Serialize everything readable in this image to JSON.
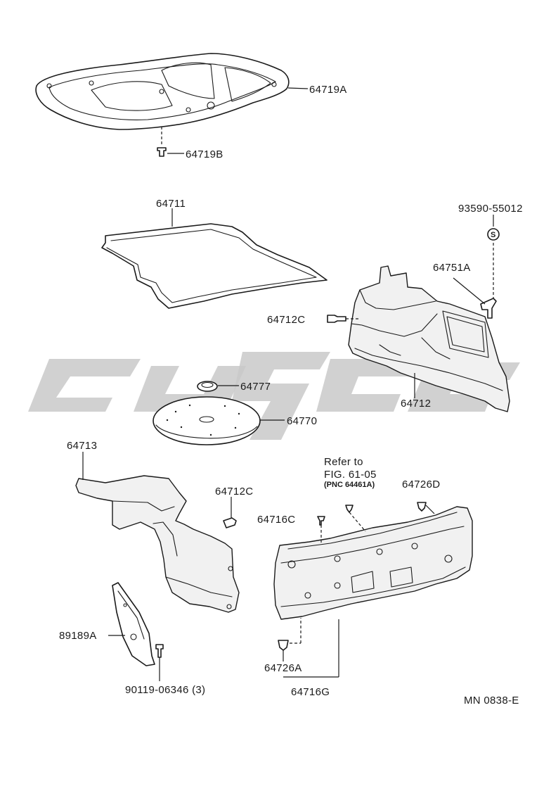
{
  "labels": {
    "p64719A": "64719A",
    "p64719B": "64719B",
    "p64711": "64711",
    "p93590": "93590-55012",
    "p64751A": "64751A",
    "p64712C_top": "64712C",
    "p64777": "64777",
    "p64770": "64770",
    "p64712": "64712",
    "p64713": "64713",
    "p64712C_mid": "64712C",
    "refer_line1": "Refer to",
    "refer_line2": "FIG. 61-05",
    "refer_line3": "(PNC 64461A)",
    "p64726D": "64726D",
    "p64716C": "64716C",
    "p89189A": "89189A",
    "p90119": "90119-06346 (3)",
    "p64726A": "64726A",
    "p64716G": "64716G",
    "diagram_code": "MN 0838-E"
  },
  "symbols": {
    "s_marker": "S"
  },
  "colors": {
    "line": "#1a1a1a",
    "watermark": "#c9c9c9"
  }
}
